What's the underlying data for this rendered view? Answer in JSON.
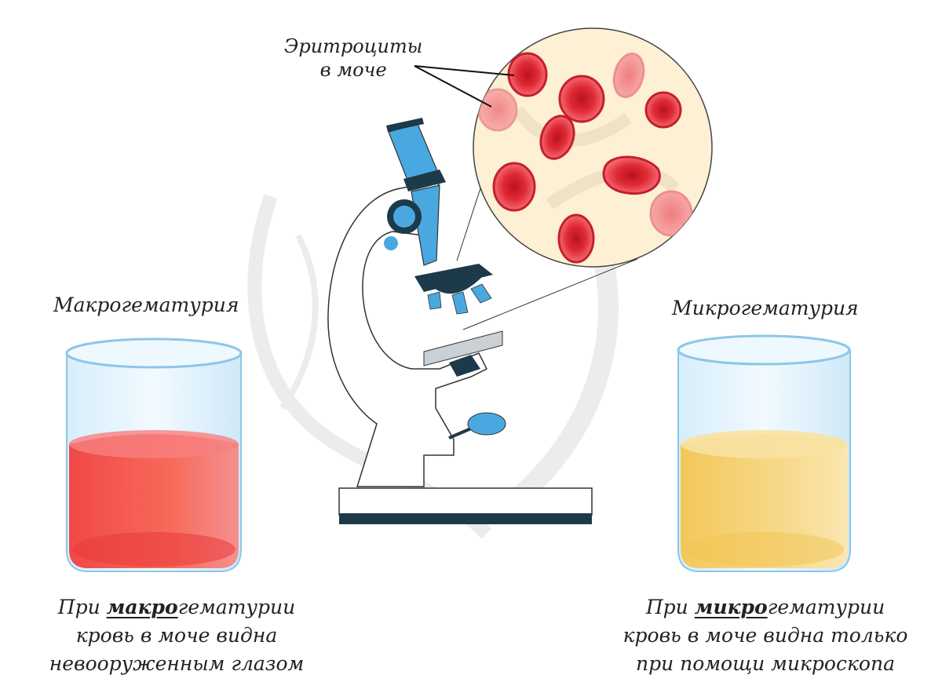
{
  "callout": {
    "line1": "Эритроциты",
    "line2": "в моче"
  },
  "left": {
    "title": "Макрогематурия",
    "caption": {
      "line1_prefix": "При ",
      "line1_emph": "макро",
      "line1_rest": "гематурии",
      "line2": "кровь в моче видна",
      "line3": "невооруженным глазом"
    },
    "liquid_color": "#f05a5a"
  },
  "right": {
    "title": "Микрогематурия",
    "caption": {
      "line1_prefix": "При ",
      "line1_emph": "микро",
      "line1_rest": "гематурии",
      "line2": "кровь в моче видна только",
      "line3": "при помощи микроскопа"
    },
    "liquid_color": "#f5d27a"
  },
  "colors": {
    "microscope_blue": "#4aa8e0",
    "microscope_dark": "#1c3a4a",
    "cell_red": "#e0303c",
    "lens_bg": "#fdf0d4"
  }
}
